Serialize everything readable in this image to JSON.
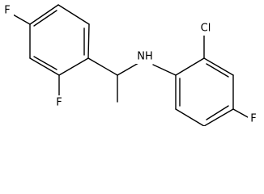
{
  "structure": {
    "atoms": [
      {
        "id": "F1",
        "label": "F"
      },
      {
        "id": "F2",
        "label": "F"
      },
      {
        "id": "NH",
        "label": "NH"
      },
      {
        "id": "Cl",
        "label": "Cl"
      },
      {
        "id": "F3",
        "label": "F"
      }
    ]
  },
  "colors": {
    "bond": "#000000",
    "text": "#000000",
    "background": "#ffffff"
  }
}
